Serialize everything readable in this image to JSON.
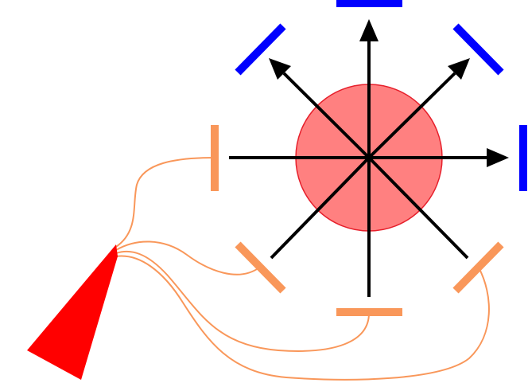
{
  "diagram": {
    "colors": {
      "background": "#ffffff",
      "sphere_fill": "#ff8080",
      "sphere_stroke": "#e61f2b",
      "arrow": "#000000",
      "detector_far": "#0000ff",
      "detector_near": "#f9975a",
      "fiber": "#f9975a",
      "bundle": "#ff0000"
    },
    "elements": {
      "sphere": "sphere",
      "arrows": [
        "N",
        "NE",
        "E",
        "SE",
        "S",
        "SW",
        "W",
        "NW"
      ],
      "far_detectors": [
        "N",
        "NE",
        "E",
        "NW"
      ],
      "near_detectors": [
        "W",
        "SW",
        "S",
        "SE"
      ],
      "fiber_bundle": "fiber-bundle"
    }
  }
}
